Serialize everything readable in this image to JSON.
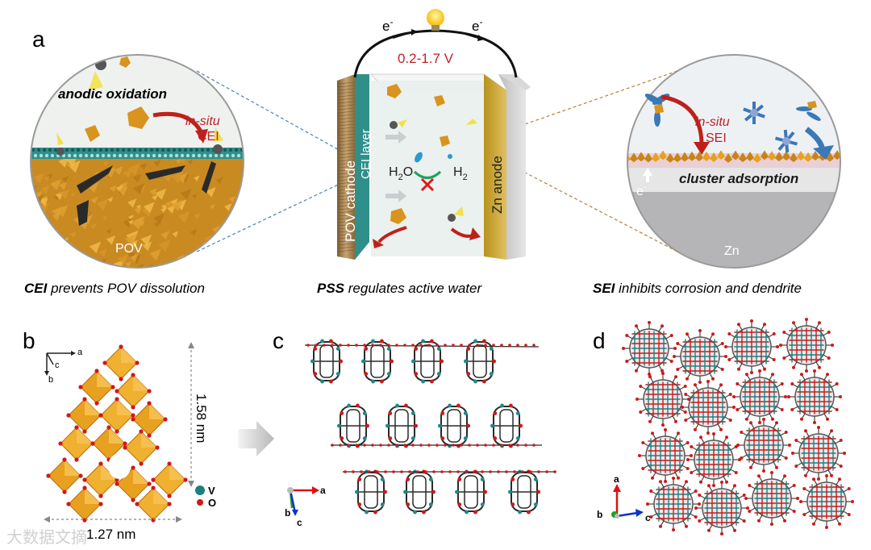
{
  "panels": {
    "a": {
      "letter": "a",
      "voltage": "0.2-1.7 V",
      "electron_left": "e",
      "electron_right": "e",
      "electron_sup": "-",
      "cathode_label": "POV cathode",
      "cei_layer_label": "CEI layer",
      "anode_label": "Zn anode",
      "h2o": "H",
      "h2o_sub": "2",
      "h2o_tail": "O",
      "h2": "H",
      "h2_sub": "2",
      "left_circle": {
        "anodic": "anodic oxidation",
        "in_situ": "in-situ",
        "cei": "CEI",
        "pov": "POV"
      },
      "right_circle": {
        "in_situ": "in-situ",
        "sei": "SEI",
        "electron": "e",
        "electron_sup": "-",
        "cluster": "cluster adsorption",
        "zn": "Zn"
      },
      "caption_left": {
        "bold": "CEI",
        "rest": " prevents POV dissolution"
      },
      "caption_mid": {
        "bold": "PSS",
        "rest": " regulates active water"
      },
      "caption_right": {
        "bold": "SEI",
        "rest": " inhibits corrosion and dendrite"
      }
    },
    "b": {
      "letter": "b",
      "axis_a": "a",
      "axis_b": "b",
      "axis_c": "c",
      "height_dim": "1.58 nm",
      "width_dim": "1.27 nm",
      "legend_v": "V",
      "legend_o": "O"
    },
    "c": {
      "letter": "c",
      "axis_a": "a",
      "axis_b": "b",
      "axis_c": "c"
    },
    "d": {
      "letter": "d",
      "axis_a": "a",
      "axis_b": "b",
      "axis_c": "c"
    }
  },
  "watermark": "大数据文摘",
  "colors": {
    "cluster_orange": "#e8a020",
    "voltage_red": "#c0202a",
    "cei_teal": "#3a8c86",
    "zn_gold": "#c9a330",
    "v_teal": "#1f7f80",
    "o_red": "#d01818",
    "axis_red": "#e01010",
    "axis_green": "#20a020",
    "axis_blue": "#1030d0"
  }
}
